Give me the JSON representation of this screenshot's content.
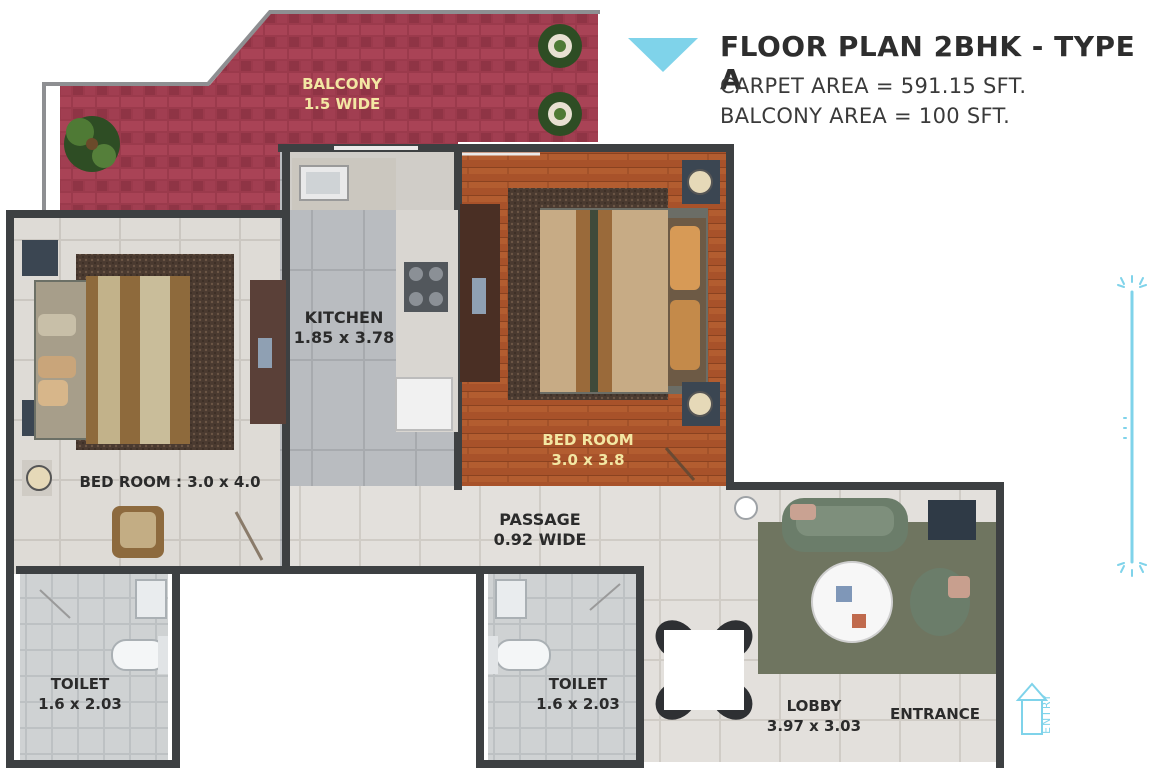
{
  "header": {
    "title": "FLOOR PLAN 2BHK - TYPE A",
    "carpet_area": "CARPET AREA = 591.15 SFT.",
    "balcony_area": "BALCONY AREA = 100 SFT."
  },
  "rooms": {
    "balcony": {
      "name": "BALCONY",
      "size": "1.5 WIDE"
    },
    "kitchen": {
      "name": "KITCHEN",
      "size": "1.85 x 3.78"
    },
    "bedroom1": {
      "name": "BED ROOM : 3.0 x 4.0"
    },
    "bedroom2": {
      "name": "BED ROOM",
      "size": "3.0 x 3.8"
    },
    "passage": {
      "name": "PASSAGE",
      "size": "0.92 WIDE"
    },
    "toilet1": {
      "name": "TOILET",
      "size": "1.6 x 2.03"
    },
    "toilet2": {
      "name": "TOILET",
      "size": "1.6 x 2.03"
    },
    "lobby": {
      "name": "LOBBY",
      "size": "3.97 x 3.03"
    },
    "entrance": {
      "name": "ENTRANCE"
    }
  },
  "entry_marker": "ENTRY",
  "colors": {
    "accent": "#7fd3ea",
    "balcony_tile": "#9b3a4c",
    "wood_floor": "#a8522a",
    "wall": "#3d4042",
    "floor_tile": "#d9d6d2",
    "rug": "#6f7560"
  },
  "icons": [
    "plant-icon",
    "bed-icon",
    "stove-icon",
    "sink-icon",
    "sofa-icon",
    "toilet-icon",
    "dining-table-icon",
    "compass-icon",
    "entry-arrow-icon"
  ]
}
